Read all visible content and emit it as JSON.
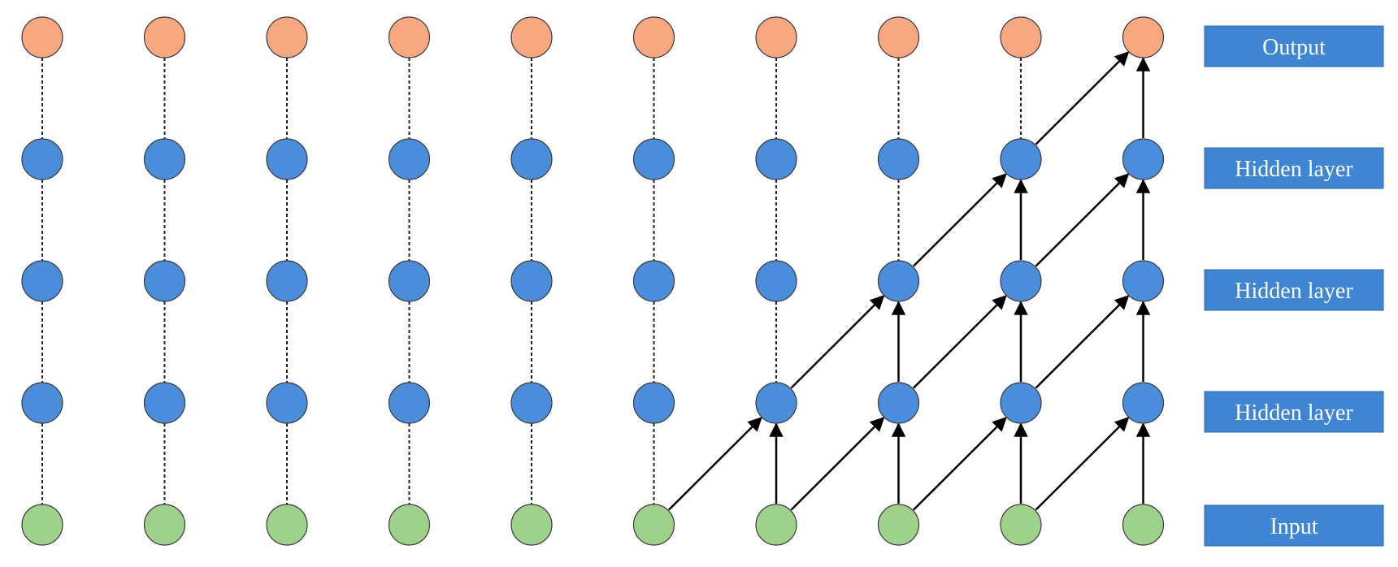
{
  "layers": [
    {
      "label": "Output",
      "role": "output"
    },
    {
      "label": "Hidden layer",
      "role": "hidden"
    },
    {
      "label": "Hidden layer",
      "role": "hidden"
    },
    {
      "label": "Hidden layer",
      "role": "hidden"
    },
    {
      "label": "Input",
      "role": "input"
    }
  ],
  "colors": {
    "output": "#F7A880",
    "hidden": "#4A8EDB",
    "input": "#9ED18A",
    "label_box": "#3E86D4",
    "node_stroke": "#3B3B3B",
    "edge": "#000000"
  },
  "column_count": 10,
  "solid_edges": [
    [
      6,
      4,
      7,
      3
    ],
    [
      7,
      4,
      8,
      3
    ],
    [
      8,
      4,
      9,
      3
    ],
    [
      9,
      4,
      10,
      3
    ],
    [
      7,
      4,
      7,
      3
    ],
    [
      8,
      4,
      8,
      3
    ],
    [
      9,
      4,
      9,
      3
    ],
    [
      10,
      4,
      10,
      3
    ],
    [
      7,
      3,
      8,
      2
    ],
    [
      8,
      3,
      9,
      2
    ],
    [
      9,
      3,
      10,
      2
    ],
    [
      8,
      3,
      8,
      2
    ],
    [
      9,
      3,
      9,
      2
    ],
    [
      10,
      3,
      10,
      2
    ],
    [
      8,
      2,
      9,
      1
    ],
    [
      9,
      2,
      10,
      1
    ],
    [
      9,
      2,
      9,
      1
    ],
    [
      10,
      2,
      10,
      1
    ],
    [
      9,
      1,
      10,
      0
    ],
    [
      10,
      1,
      10,
      0
    ]
  ]
}
